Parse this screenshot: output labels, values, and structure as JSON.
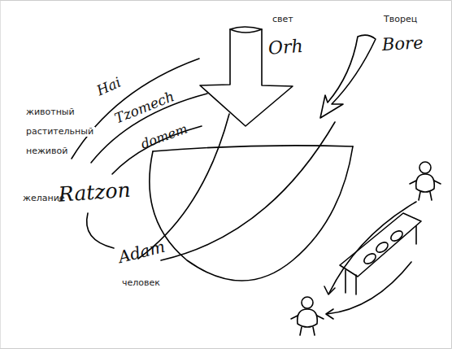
{
  "diagram": {
    "labels": [
      "свет",
      "Orh",
      "Творец",
      "Bore",
      "Hai",
      "животный",
      "Tzomech",
      "растительный",
      "domem",
      "неживой",
      "желание",
      "Ratzon",
      "Adam",
      "человек"
    ]
  }
}
